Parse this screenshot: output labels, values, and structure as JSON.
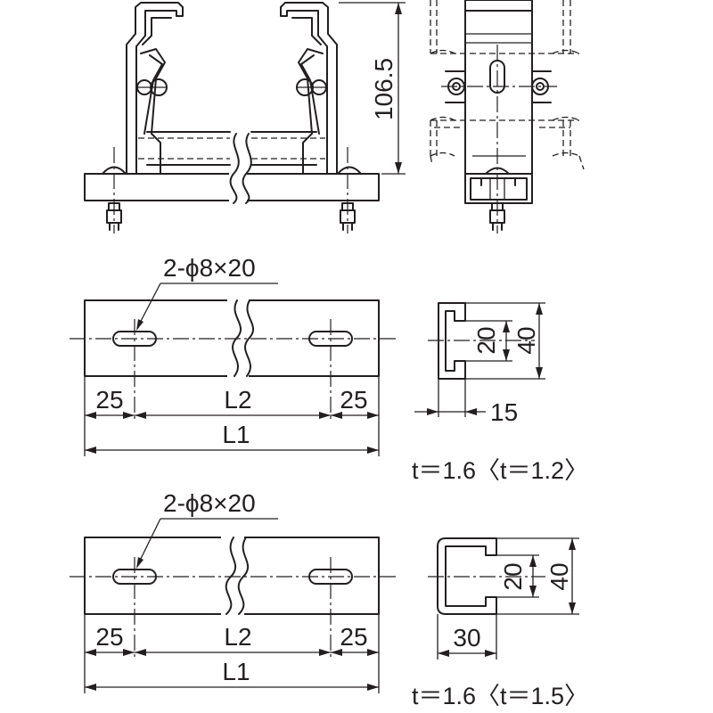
{
  "top_view": {
    "height_dim": "106.5"
  },
  "plate_1": {
    "hole_callout": "2-ϕ8×20",
    "dim_left": "25",
    "dim_mid": "L2",
    "dim_right": "25",
    "dim_total": "L1"
  },
  "section_1": {
    "dim_inner": "20",
    "dim_height": "40",
    "dim_width": "15",
    "thickness": "t＝1.6〈t＝1.2〉"
  },
  "plate_2": {
    "hole_callout": "2-ϕ8×20",
    "dim_left": "25",
    "dim_mid": "L2",
    "dim_right": "25",
    "dim_total": "L1"
  },
  "section_2": {
    "dim_inner": "20",
    "dim_height": "40",
    "dim_width": "30",
    "thickness": "t＝1.6〈t＝1.5〉"
  }
}
